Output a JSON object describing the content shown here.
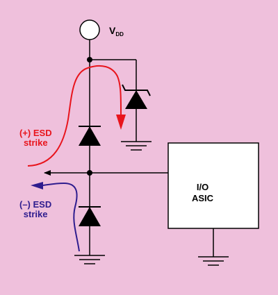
{
  "colors": {
    "background": "#efc0dc",
    "wire": "#000000",
    "positive_strike": "#e8141c",
    "negative_strike": "#2e1c8e",
    "asic_fill": "#ffffff"
  },
  "vdd": {
    "main": "V",
    "sub": "DD"
  },
  "positive_strike": {
    "line1": "(+) ESD",
    "line2": "strike"
  },
  "negative_strike": {
    "line1": "(–) ESD",
    "line2": "strike"
  },
  "asic": {
    "line1": "I/O",
    "line2": "ASIC"
  },
  "icons": [
    "vdd-terminal-icon",
    "zener-diode-icon",
    "diode-icon",
    "ground-icon",
    "arrow-icon"
  ]
}
